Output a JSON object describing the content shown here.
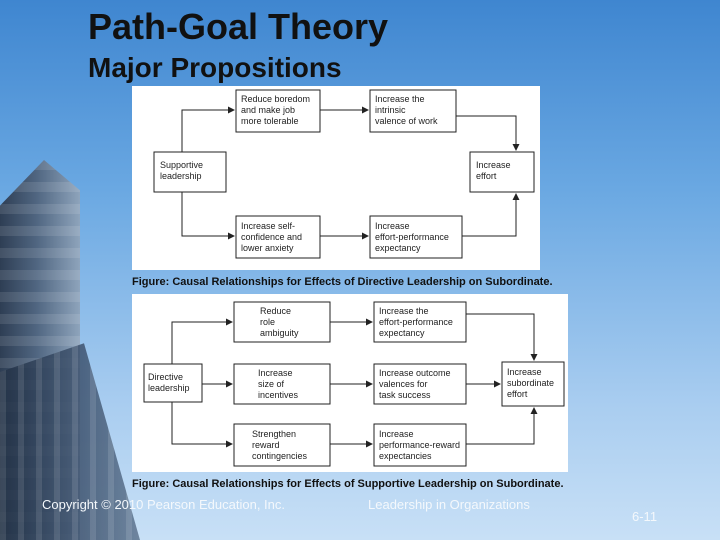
{
  "slide": {
    "title": "Path-Goal Theory",
    "subtitle": "Major Propositions"
  },
  "diagram1": {
    "caption": "Figure: Causal Relationships for Effects of Directive Leadership on Subordinate.",
    "boxes": {
      "leader": [
        "Supportive",
        "leadership"
      ],
      "reduce": [
        "Reduce boredom",
        "and make job",
        "more tolerable"
      ],
      "intrinsic": [
        "Increase the",
        "intrinsic",
        "valence of work"
      ],
      "confidence": [
        "Increase self-",
        "confidence and",
        "lower anxiety"
      ],
      "expectancy": [
        "Increase",
        "effort-performance",
        "expectancy"
      ],
      "effort": [
        "Increase",
        "effort"
      ]
    }
  },
  "diagram2": {
    "caption": "Figure: Causal Relationships for Effects of Supportive Leadership on Subordinate.",
    "boxes": {
      "leader": [
        "Directive",
        "leadership"
      ],
      "ambiguity": [
        "Reduce",
        "role",
        "ambiguity"
      ],
      "incentives": [
        "Increase",
        "size of",
        "incentives"
      ],
      "contingencies": [
        "Strengthen",
        "reward",
        "contingencies"
      ],
      "effort_perf": [
        "Increase the",
        "effort-performance",
        "expectancy"
      ],
      "outcome": [
        "Increase outcome",
        "valences for",
        "task success"
      ],
      "perf_reward": [
        "Increase",
        "performance-reward",
        "expectancies"
      ],
      "effort": [
        "Increase",
        "subordinate",
        "effort"
      ]
    }
  },
  "footer": {
    "copyright": "Copyright © 2010 Pearson Education, Inc.",
    "book": "Leadership in Organizations",
    "page": "6-11"
  }
}
